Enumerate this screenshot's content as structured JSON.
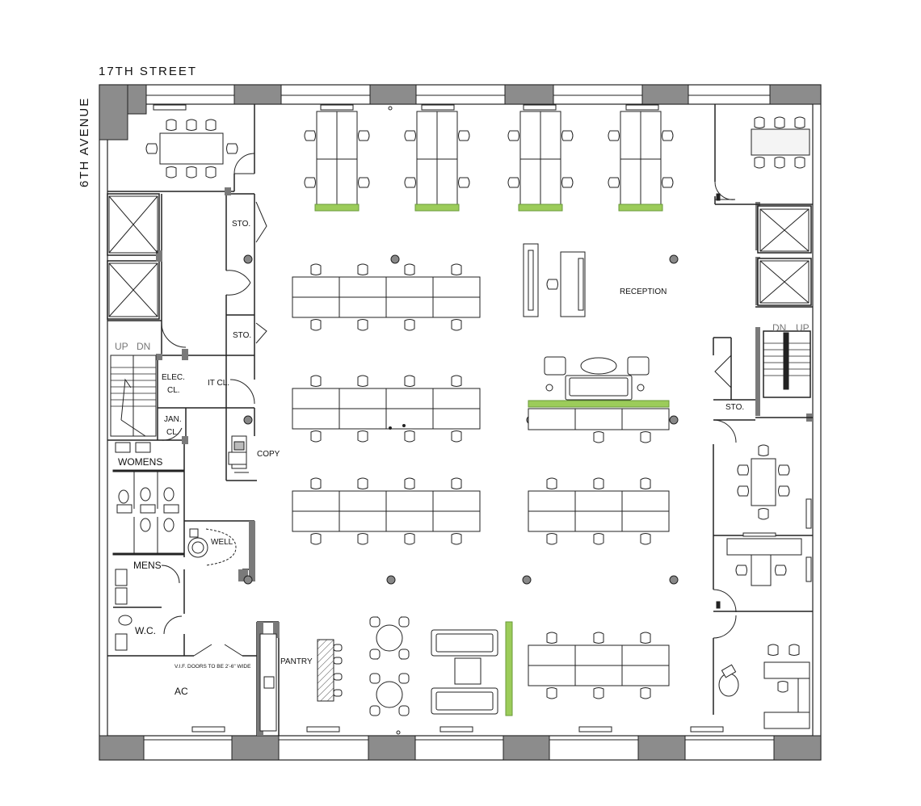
{
  "streets": {
    "top": "17TH STREET",
    "left": "6TH AVENUE"
  },
  "rooms": {
    "reception": "RECEPTION",
    "sto_1": "STO.",
    "sto_2": "STO.",
    "sto_3": "STO.",
    "elec_line1": "ELEC.",
    "elec_line2": "CL.",
    "it": "IT CL.",
    "jan_line1": "JAN.",
    "jan_line2": "CL.",
    "copy": "COPY",
    "womens": "WOMENS",
    "mens": "MENS",
    "well": "WELL",
    "wc": "W.C.",
    "ac": "AC",
    "pantry": "PANTRY",
    "doors_note": "V.I.F. DOORS TO BE 2'-6\" WIDE"
  },
  "stairs": {
    "left_up": "UP",
    "left_dn": "DN",
    "right_dn": "DN",
    "right_up": "UP"
  },
  "colors": {
    "wall": "#8c8c8c",
    "wall_dark": "#7a7a7a",
    "line": "#222222",
    "furniture_fill": "#f4f4f4",
    "planter": "#9ccc5a",
    "column": "#888888"
  }
}
